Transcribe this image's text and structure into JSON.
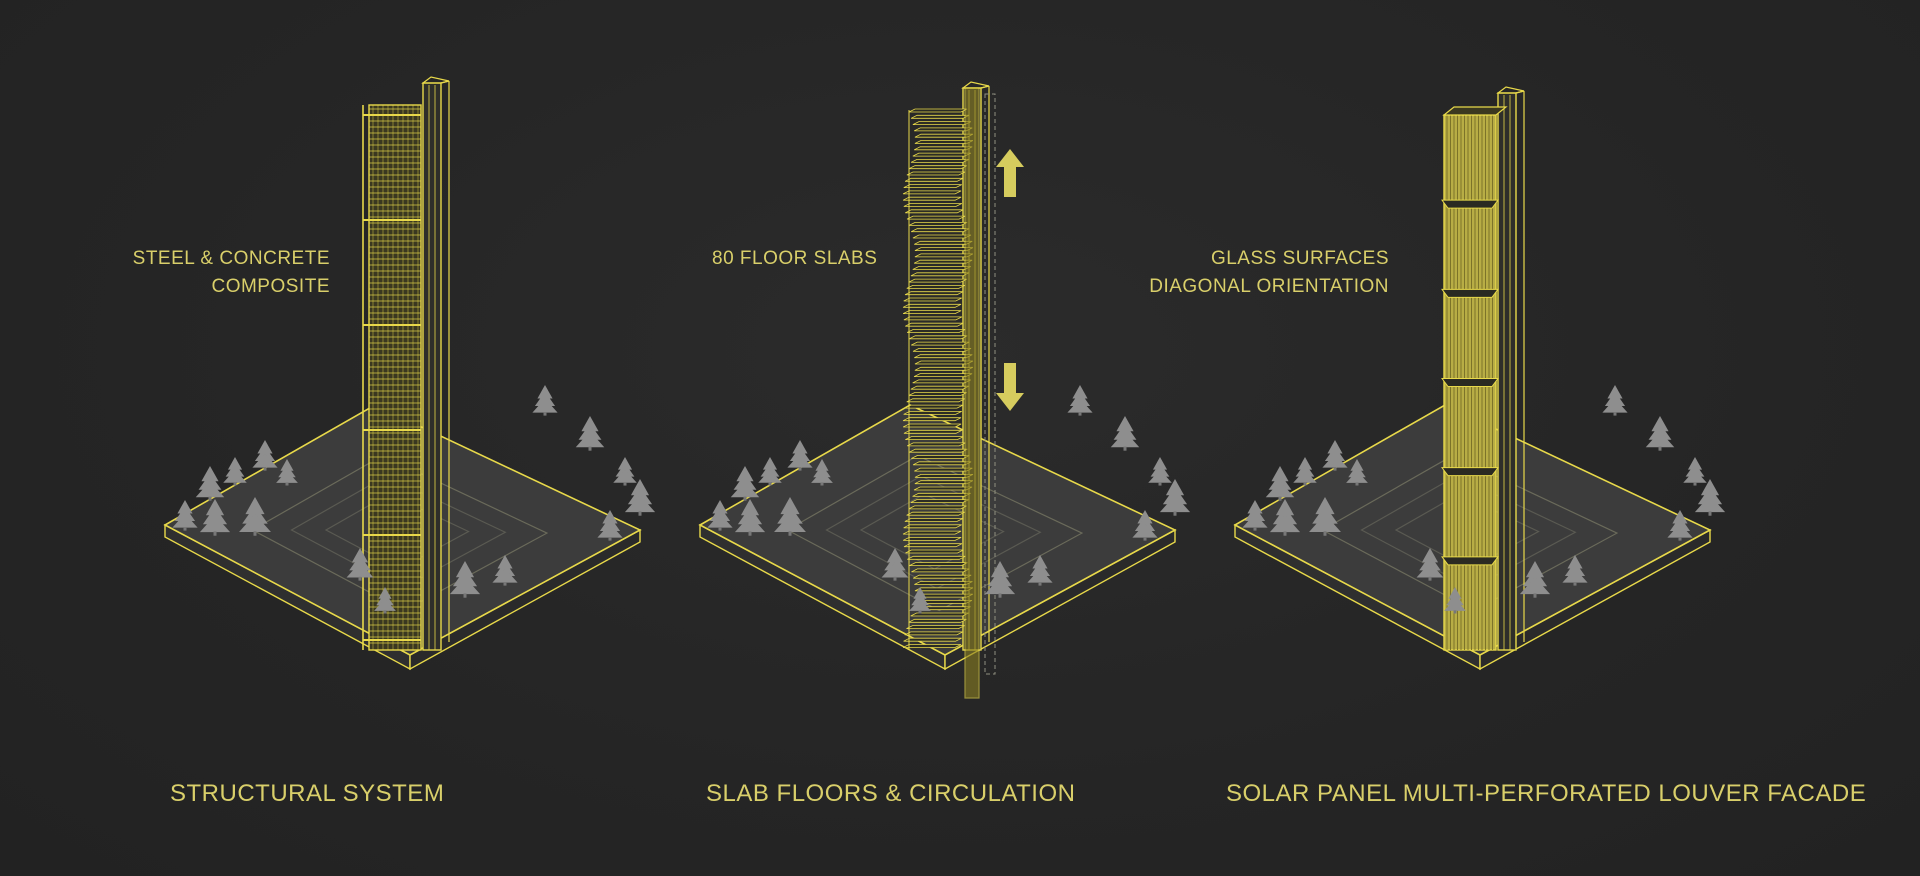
{
  "colors": {
    "background": "#262626",
    "accent": "#e8d94a",
    "label_text": "#d9cf6a",
    "tree": "#8e8e8e",
    "plinth": "#3c3c3c"
  },
  "panels": [
    {
      "id": "structural",
      "side_label": [
        "STEEL & CONCRETE",
        "COMPOSITE"
      ],
      "caption": "STRUCTURAL SYSTEM"
    },
    {
      "id": "slabs",
      "side_label": [
        "80 FLOOR SLABS"
      ],
      "caption": "SLAB FLOORS & CIRCULATION"
    },
    {
      "id": "facade",
      "side_label": [
        "GLASS SURFACES",
        "DIAGONAL ORIENTATION"
      ],
      "caption": "SOLAR PANEL MULTI-PERFORATED LOUVER FACADE"
    }
  ]
}
